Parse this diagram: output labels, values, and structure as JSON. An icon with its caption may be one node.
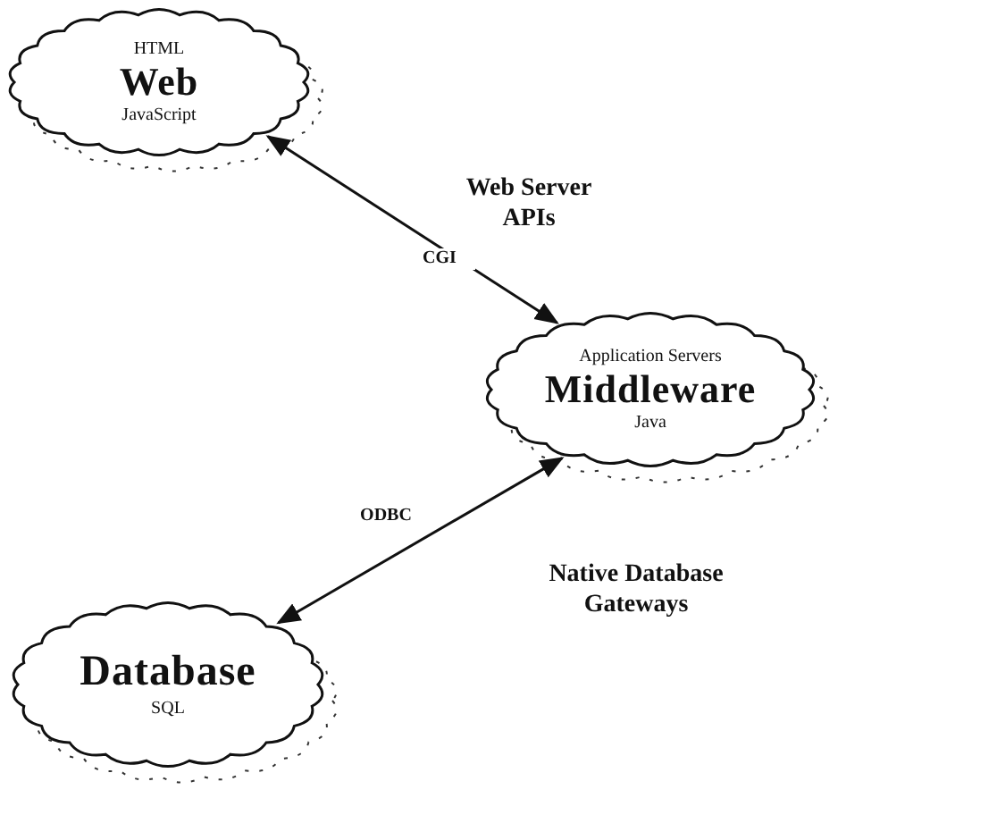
{
  "diagram": {
    "nodes": [
      {
        "text": [
          "HTML",
          "Web",
          "JavaScript"
        ]
      },
      {
        "text": [
          "Application Servers",
          "Middleware",
          "Java"
        ]
      },
      {
        "text": [
          "Database",
          "SQL"
        ]
      }
    ],
    "edges": [
      {
        "from": 0,
        "to": 1,
        "arrow": "both",
        "label": "CGI"
      },
      {
        "from": 1,
        "to": 2,
        "arrow": "both",
        "label": "ODBC"
      }
    ],
    "labels": [
      "Web Server APIs",
      "Native Database Gateways"
    ]
  }
}
